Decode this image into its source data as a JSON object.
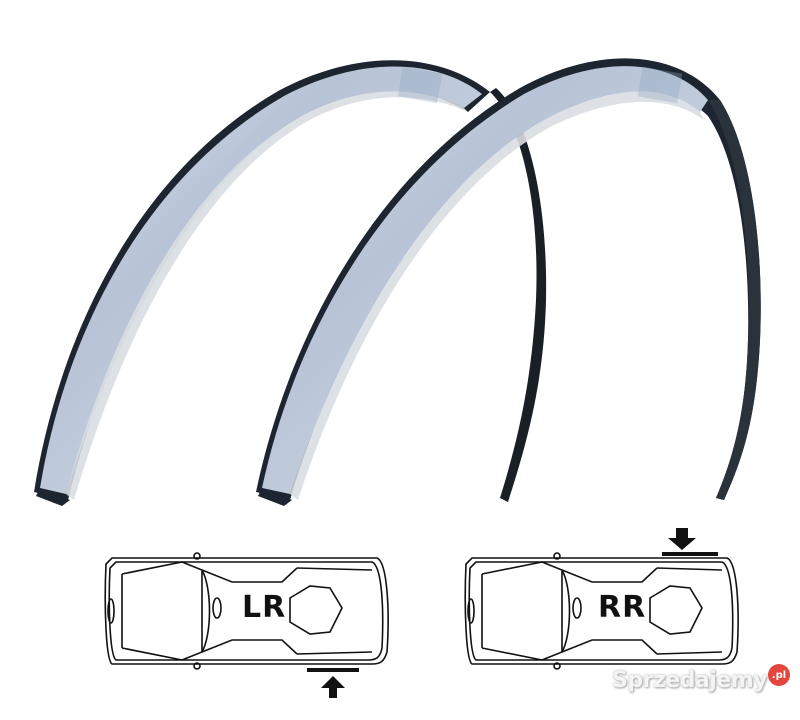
{
  "image": {
    "description": "Product photo of two chrome wheel arch trims with placement diagrams",
    "background": "#ffffff"
  },
  "products": [
    {
      "name": "left-arch-trim",
      "material": "chrome",
      "colors": {
        "face": "#b8c4d8",
        "edge": "#1c2430",
        "highlight": "#e8eef6"
      }
    },
    {
      "name": "right-arch-trim",
      "material": "chrome",
      "colors": {
        "face": "#b8c4d8",
        "edge": "#1c2430",
        "highlight": "#e8eef6"
      }
    }
  ],
  "diagrams": [
    {
      "label": "LR",
      "arrow_direction": "up",
      "marker_position": "bottom-rear"
    },
    {
      "label": "RR",
      "arrow_direction": "down",
      "marker_position": "top-rear"
    }
  ],
  "watermark": {
    "text": "Sprzedajemy",
    "badge": ".pl",
    "badge_color": "#e2463c"
  }
}
